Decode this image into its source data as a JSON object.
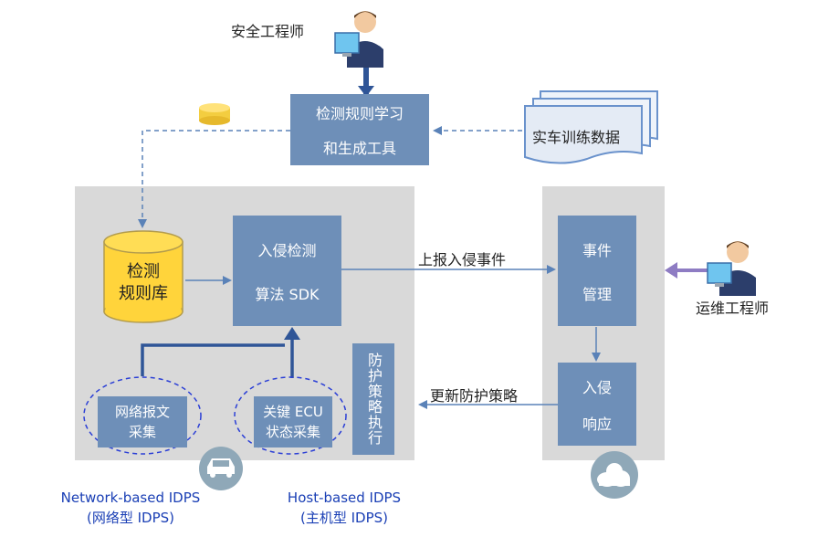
{
  "roles": {
    "security_engineer": "安全工程师",
    "ops_engineer": "运维工程师"
  },
  "boxes": {
    "learning_tool_line1": "检测规则学习",
    "learning_tool_line2": "和生成工具",
    "training_data": "实车训练数据",
    "rule_db_line1": "检测",
    "rule_db_line2": "规则库",
    "sdk_line1": "入侵检测",
    "sdk_line2": "算法 SDK",
    "event_line1": "事件",
    "event_line2": "管理",
    "response_line1": "入侵",
    "response_line2": "响应",
    "defense_exec": "防护策略执行",
    "net_collect_line1": "网络报文",
    "net_collect_line2": "采集",
    "ecu_collect_line1": "关键 ECU",
    "ecu_collect_line2": "状态采集"
  },
  "edges": {
    "report_event": "上报入侵事件",
    "update_policy": "更新防护策略"
  },
  "footer": {
    "network_idps_line1": "Network-based IDPS",
    "network_idps_line2": "(网络型 IDPS)",
    "host_idps_line1": "Host-based IDPS",
    "host_idps_line2": "(主机型 IDPS)"
  },
  "icons": {
    "person": "person-at-computer-icon",
    "database": "database-icon",
    "car": "car-icon",
    "cloud": "cloud-icon",
    "documents": "document-stack-icon"
  },
  "colors": {
    "box": "#6e8fb8",
    "panel": "#d9d9d9",
    "cylinder": "#ffd43b",
    "arrow": "#5a82b8",
    "footer_text": "#1a3fb5"
  }
}
